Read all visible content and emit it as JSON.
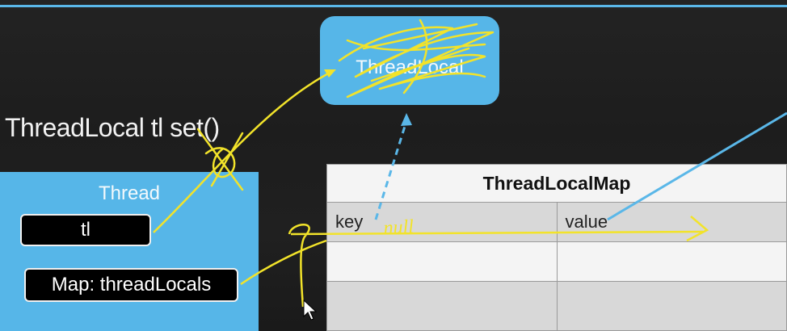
{
  "threadlocal_box": {
    "label": "ThreadLocal"
  },
  "caption": "ThreadLocal tl set()",
  "thread_box": {
    "title": "Thread",
    "field_tl": "tl",
    "field_map": "Map: threadLocals"
  },
  "thread_local_map": {
    "title": "ThreadLocalMap",
    "columns": [
      "key",
      "value"
    ],
    "annotation": "null"
  },
  "colors": {
    "box_blue": "#56b6e8",
    "annotation_yellow": "#f2e32a",
    "arrow_blue": "#5ab7e8"
  }
}
